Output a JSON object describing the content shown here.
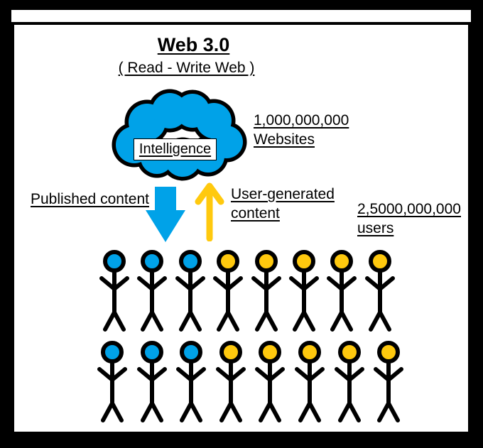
{
  "palette": {
    "blue": "#00A2E8",
    "gold": "#FFC90E",
    "black": "#000000"
  },
  "title": "Web 3.0",
  "subtitle": "( Read - Write Web )",
  "cloud": {
    "label": "Intelligence"
  },
  "websites_stat": {
    "value": "1,000,000,000",
    "label": "Websites"
  },
  "users_stat": {
    "value": "2,5000,000,000",
    "label": "users"
  },
  "published_arrow": {
    "label": "Published content"
  },
  "user_generated_arrow": {
    "label_line1": "User-generated",
    "label_line2": "content"
  },
  "figures": {
    "rows": [
      {
        "colors": [
          "blue",
          "blue",
          "blue",
          "gold",
          "gold",
          "gold",
          "gold",
          "gold"
        ]
      },
      {
        "colors": [
          "blue",
          "blue",
          "blue",
          "gold",
          "gold",
          "gold",
          "gold",
          "gold"
        ]
      }
    ]
  }
}
